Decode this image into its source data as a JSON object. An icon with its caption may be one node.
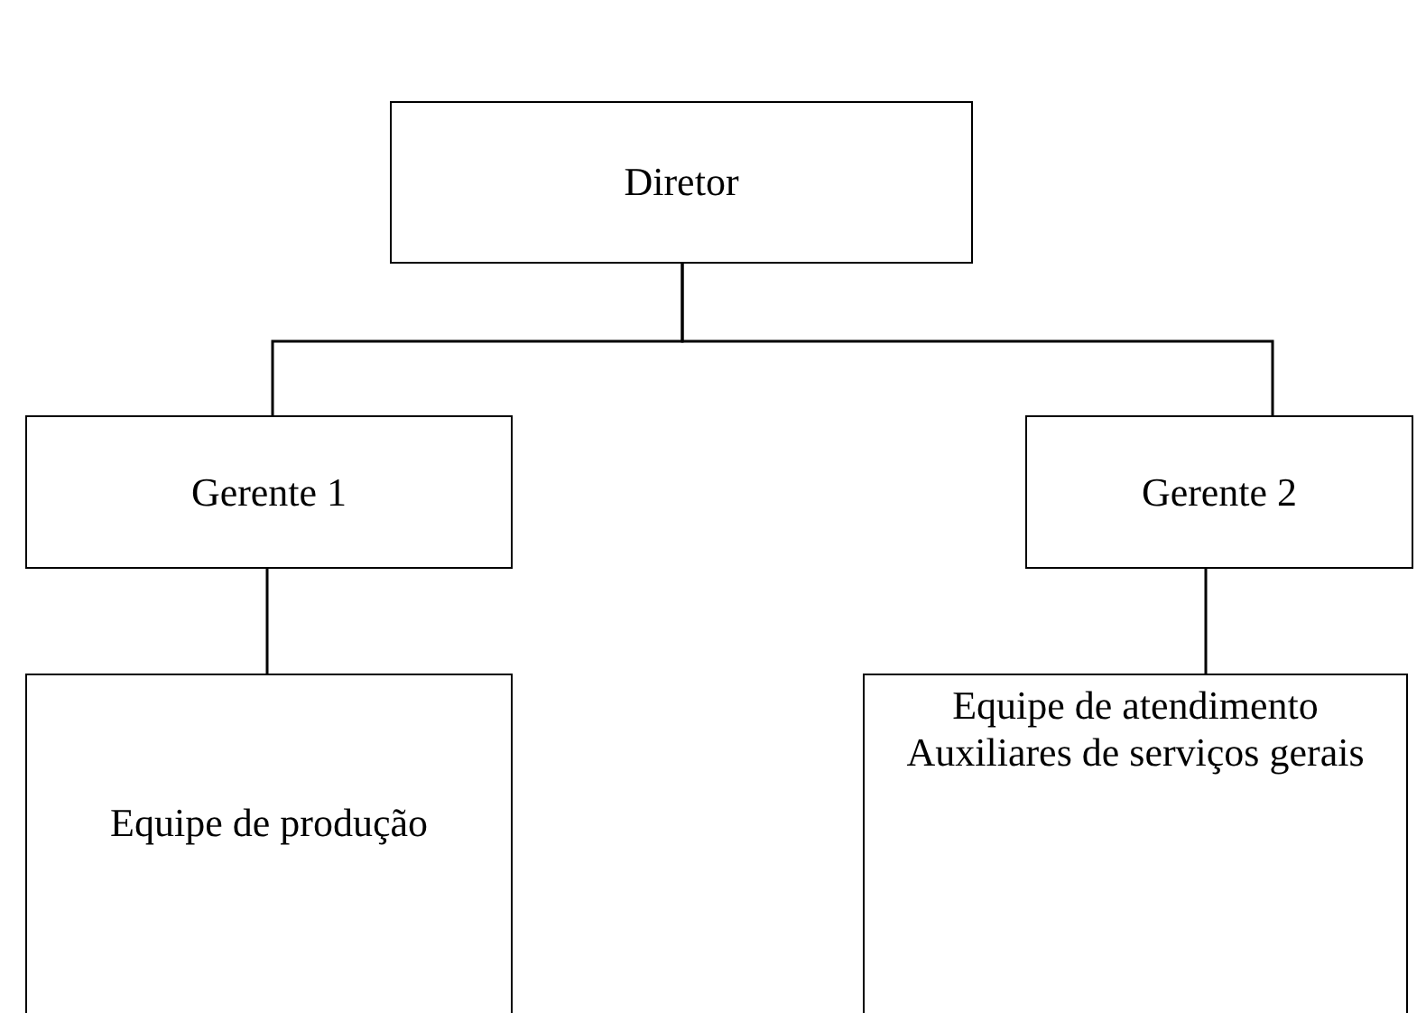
{
  "diagram": {
    "nodes": [
      {
        "text": [
          "Diretor"
        ]
      },
      {
        "text": [
          "Gerente 1"
        ]
      },
      {
        "text": [
          "Gerente 2"
        ]
      },
      {
        "text": [
          "Equipe de produção"
        ]
      },
      {
        "text": [
          "Equipe de atendimento",
          "Auxiliares de serviços gerais"
        ]
      }
    ],
    "edges": [
      {
        "from": 0,
        "to": 1,
        "arrow": "none"
      },
      {
        "from": 0,
        "to": 2,
        "arrow": "none"
      },
      {
        "from": 1,
        "to": 3,
        "arrow": "none"
      },
      {
        "from": 2,
        "to": 4,
        "arrow": "none"
      }
    ]
  }
}
